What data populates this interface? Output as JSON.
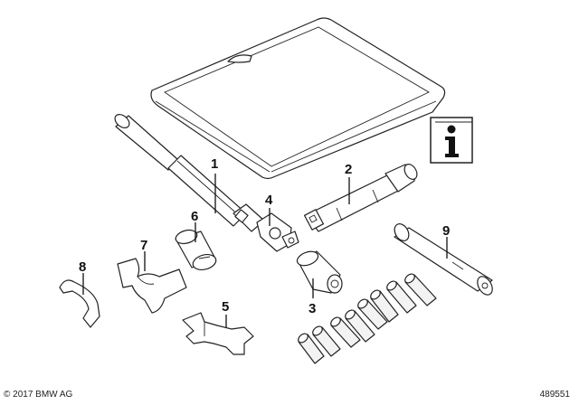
{
  "diagram": {
    "callouts": [
      {
        "id": "1",
        "label": "1"
      },
      {
        "id": "2",
        "label": "2"
      },
      {
        "id": "3",
        "label": "3"
      },
      {
        "id": "4",
        "label": "4"
      },
      {
        "id": "5",
        "label": "5"
      },
      {
        "id": "6",
        "label": "6"
      },
      {
        "id": "7",
        "label": "7"
      },
      {
        "id": "8",
        "label": "8"
      },
      {
        "id": "9",
        "label": "9"
      }
    ],
    "info_icon": "info-icon"
  },
  "footer": {
    "copyright": "© 2017 BMW AG",
    "doc_number": "489551"
  }
}
